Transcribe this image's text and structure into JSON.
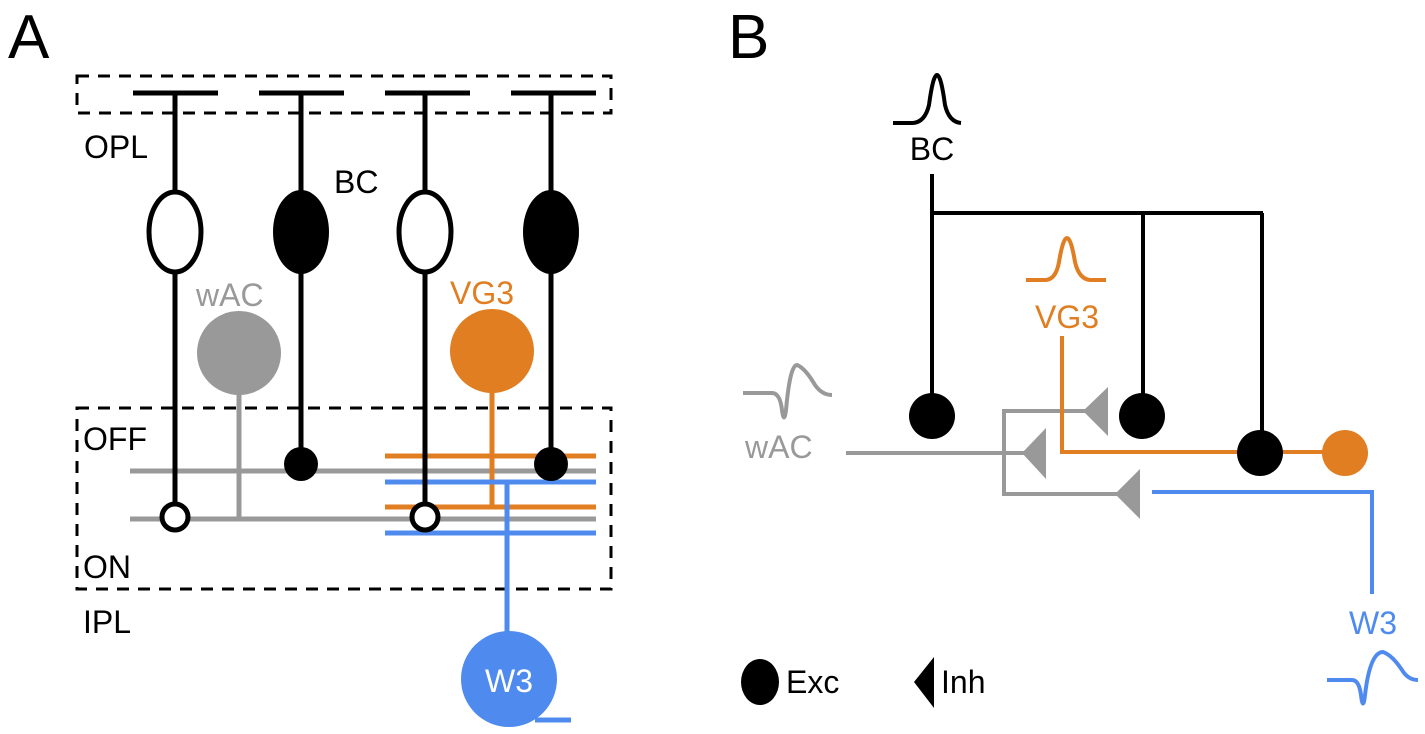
{
  "colors": {
    "black": "#000000",
    "gray": "#999999",
    "orange": "#E07E21",
    "blue": "#4F8BEF",
    "white": "#FFFFFF"
  },
  "panel_a": {
    "letter": "A",
    "layers": {
      "opl": "OPL",
      "ipl": "IPL",
      "off": "OFF",
      "on": "ON"
    },
    "bc_label": "BC",
    "cells": {
      "wac": "wAC",
      "vg3": "VG3",
      "w3": "W3"
    },
    "bipolar_cells": [
      {
        "type": "ON",
        "filled": false
      },
      {
        "type": "OFF",
        "filled": true
      },
      {
        "type": "ON",
        "filled": false
      },
      {
        "type": "OFF",
        "filled": true
      }
    ]
  },
  "panel_b": {
    "letter": "B",
    "cells": {
      "bc": "BC",
      "vg3": "VG3",
      "wac": "wAC",
      "w3": "W3"
    },
    "legend": [
      {
        "symbol": "circle",
        "label": "Exc"
      },
      {
        "symbol": "triangle",
        "label": "Inh"
      }
    ]
  }
}
